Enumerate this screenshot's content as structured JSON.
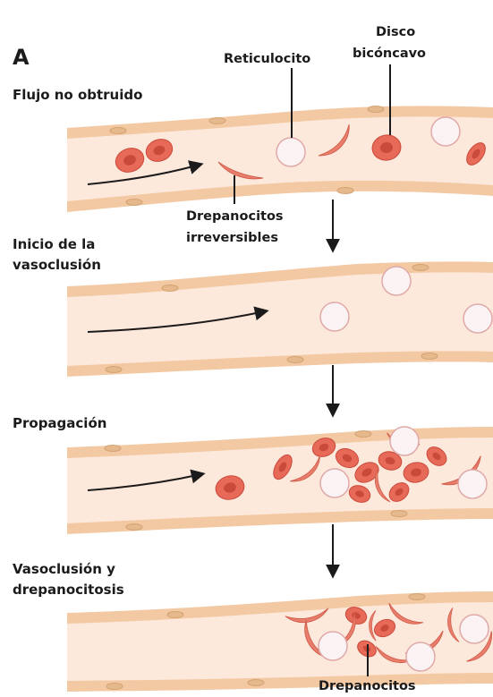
{
  "figure": {
    "panel_label": "A",
    "stages": [
      {
        "title_lines": [
          "Flujo no obtruido"
        ]
      },
      {
        "title_lines": [
          "Inicio de la",
          "vasoclusión"
        ]
      },
      {
        "title_lines": [
          "Propagación"
        ]
      },
      {
        "title_lines": [
          "Vasoclusión y",
          "drepanocitosis"
        ]
      }
    ],
    "annotations": {
      "reticulocyte": "Reticulocito",
      "biconcave_disc_line1": "Disco",
      "biconcave_disc_line2": "bicóncavo",
      "irreversible_sickle_line1": "Drepanocitos",
      "irreversible_sickle_line2": "irreversibles",
      "sickle_cells": "Drepanocitos"
    }
  },
  "colors": {
    "vessel_wall": "#f3c9a3",
    "vessel_lumen": "#fde9dc",
    "endothelial_nucleus": "#e6b98c",
    "red_cell": "#e66a57",
    "red_cell_center": "#c9493b",
    "sickle_cell": "#e87e6c",
    "reticulocyte": "#fbf3f3",
    "text": "#1b1b1b"
  }
}
